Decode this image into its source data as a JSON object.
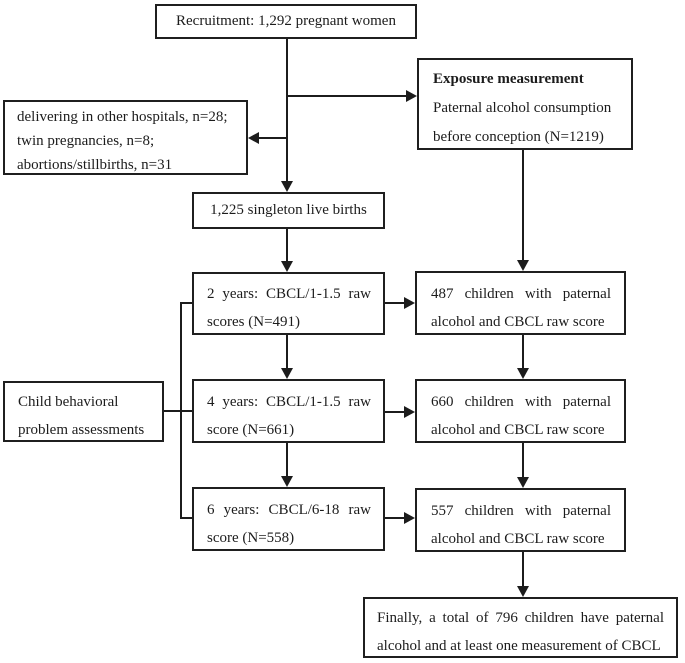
{
  "figure": {
    "background_color": "#ffffff",
    "line_color": "#1c1c1c",
    "description": "Study flow chart of recruitment, exposure measurement and CBCL assessments"
  },
  "boxes": {
    "recruitment": {
      "text": "Recruitment: 1,292 pregnant women"
    },
    "exposure": {
      "title": "Exposure measurement",
      "lines": [
        "Paternal alcohol consumption",
        "before conception (N=1219)"
      ]
    },
    "exclusions": {
      "lines": [
        "delivering in other hospitals, n=28;",
        "twin pregnancies, n=8;",
        "abortions/stillbirths, n=31"
      ]
    },
    "singleton": {
      "text": "1,225 singleton live births"
    },
    "assessments": {
      "lines": [
        "Child behavioral",
        "problem assessments"
      ]
    },
    "cbcl_2y": {
      "lines": [
        "2 years: CBCL/1-1.5 raw",
        "scores (N=491)"
      ]
    },
    "cbcl_4y": {
      "lines": [
        "4 years: CBCL/1-1.5 raw",
        "score (N=661)"
      ]
    },
    "cbcl_6y": {
      "lines": [
        "6 years: CBCL/6-18 raw",
        "score (N=558)"
      ]
    },
    "matched_2y": {
      "lines": [
        "487 children with paternal",
        "alcohol and CBCL raw score"
      ]
    },
    "matched_4y": {
      "lines": [
        "660 children with paternal",
        "alcohol and CBCL raw score"
      ]
    },
    "matched_6y": {
      "lines": [
        "557 children with paternal",
        "alcohol and CBCL raw score"
      ]
    },
    "final": {
      "lines": [
        "Finally, a total of 796 children have paternal",
        "alcohol and at least one measurement of CBCL"
      ]
    }
  }
}
